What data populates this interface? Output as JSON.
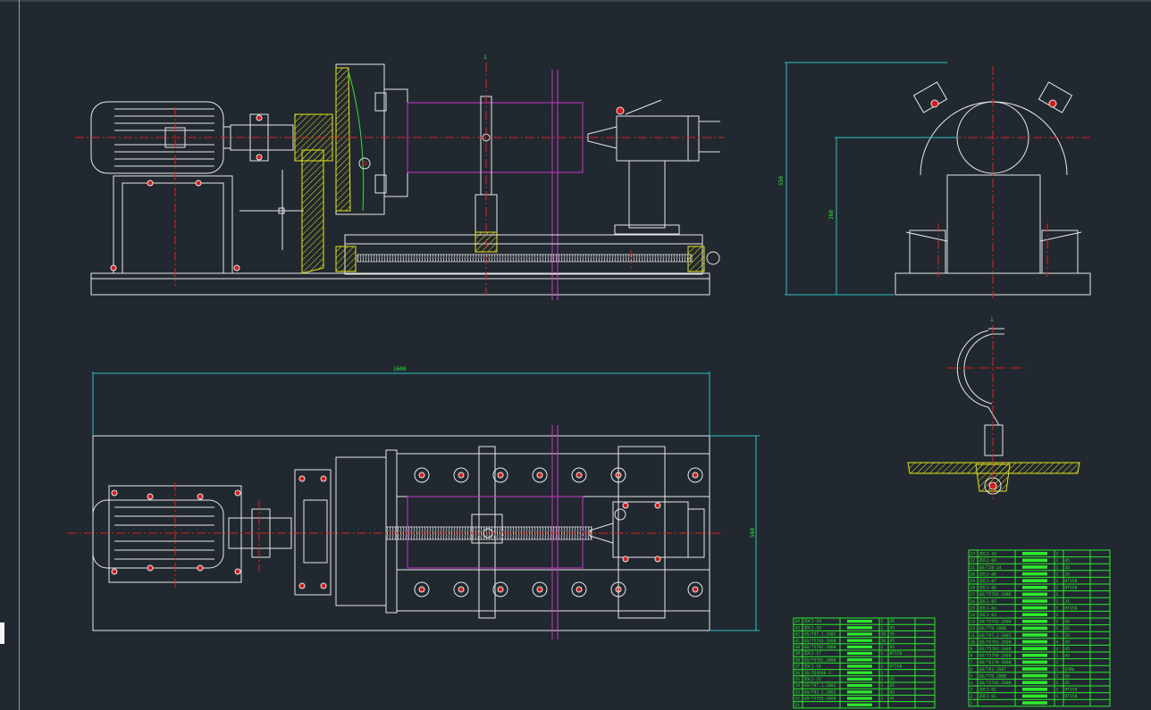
{
  "drawing": {
    "background": "#212830",
    "dimensions": {
      "overall_length": "1600",
      "overall_width": "560",
      "side_height_outer": "550",
      "side_height_inner": "360"
    },
    "section_mark": "1",
    "colors": {
      "outline": "#e8e8e8",
      "centerline": "#e02020",
      "dimension": "#29c2c2",
      "phantom": "#cc33cc",
      "table_text": "#2ee82e",
      "hatch": "#e6e61a"
    }
  },
  "parts_table_upper": {
    "rows": [
      [
        "23",
        "ZDCJ-10",
        "",
        "2",
        "",
        ""
      ],
      [
        "22",
        "ZDCJ-09",
        "",
        "1",
        "45",
        ""
      ],
      [
        "21",
        "GB/T28-24",
        "",
        "1",
        "35",
        ""
      ],
      [
        "20",
        "ZDCJ-08",
        "",
        "1",
        "35",
        ""
      ],
      [
        "19",
        "ZDCJ-07",
        "",
        "1",
        "HT150",
        ""
      ],
      [
        "18",
        "ZDCJ-06",
        "",
        "1",
        "HT150",
        ""
      ],
      [
        "17",
        "GB/T5783-1986",
        "",
        "1",
        "",
        ""
      ],
      [
        "16",
        "ZDCJ-05",
        "",
        "1",
        "35",
        ""
      ],
      [
        "15",
        "ZDCJ-04",
        "",
        "1",
        "HT150",
        ""
      ],
      [
        "14",
        "ZDCJ-03",
        "",
        "1",
        "",
        ""
      ],
      [
        "13",
        "GB/T5782-2000",
        "",
        "1",
        "45",
        ""
      ],
      [
        "12",
        "GB/T70-2000",
        "",
        "1",
        "65",
        ""
      ],
      [
        "11",
        "GB/T97.1-2002",
        "",
        "1",
        "35",
        ""
      ],
      [
        "10",
        "GB/T5783-2000",
        "",
        "4",
        "45",
        ""
      ],
      [
        "9",
        "GB/T5783-2000",
        "",
        "4",
        "45",
        ""
      ],
      [
        "8",
        "GB/T5780-2000",
        "",
        "1",
        "45",
        ""
      ],
      [
        "7",
        "GB/T6170-2000",
        "",
        "1",
        "",
        ""
      ],
      [
        "6",
        "GB/T93-1987",
        "",
        "1",
        "65Mn",
        ""
      ],
      [
        "5",
        "GB/T70-2000",
        "",
        "1",
        "45",
        ""
      ],
      [
        "4",
        "GB/T5783-2000",
        "",
        "1",
        "45",
        ""
      ],
      [
        "3",
        "ZDCJ-02",
        "",
        "1",
        "HT150",
        ""
      ],
      [
        "2",
        "ZDCJ-01",
        "",
        "1",
        "HT150",
        ""
      ],
      [
        "1",
        "",
        "",
        "",
        "",
        ""
      ]
    ]
  },
  "parts_table_lower": {
    "rows": [
      [
        "44",
        "ZDCJ-19",
        "",
        "1",
        "45",
        ""
      ],
      [
        "43",
        "ZDCJ-18",
        "",
        "1",
        "45",
        ""
      ],
      [
        "42",
        "GB/T97.1-2002",
        "",
        "20",
        "35",
        ""
      ],
      [
        "41",
        "GB/T5783-2000",
        "",
        "20",
        "45",
        ""
      ],
      [
        "40",
        "GB/T5782-2000",
        "",
        "2",
        "45",
        ""
      ],
      [
        "39",
        "ZDCJ-17",
        "",
        "1",
        "HT150",
        ""
      ],
      [
        "38",
        "GB/T5782-2000",
        "",
        "1",
        "",
        ""
      ],
      [
        "37",
        "ZDCJ-16",
        "",
        "1",
        "HT150",
        ""
      ],
      [
        "36",
        "JB/ZQ4606-3",
        "",
        "1",
        "",
        ""
      ],
      [
        "35",
        "ZDCJ-15",
        "",
        "1",
        "35",
        ""
      ],
      [
        "34",
        "GB/T97.1-2002",
        "",
        "1",
        "45",
        ""
      ],
      [
        "33",
        "GB/T93.1-2002",
        "",
        "1",
        "45",
        ""
      ],
      [
        "32",
        "GB/T5783-2000",
        "",
        "1",
        "45",
        ""
      ],
      [
        "31",
        "",
        "",
        "",
        "",
        ""
      ]
    ]
  }
}
